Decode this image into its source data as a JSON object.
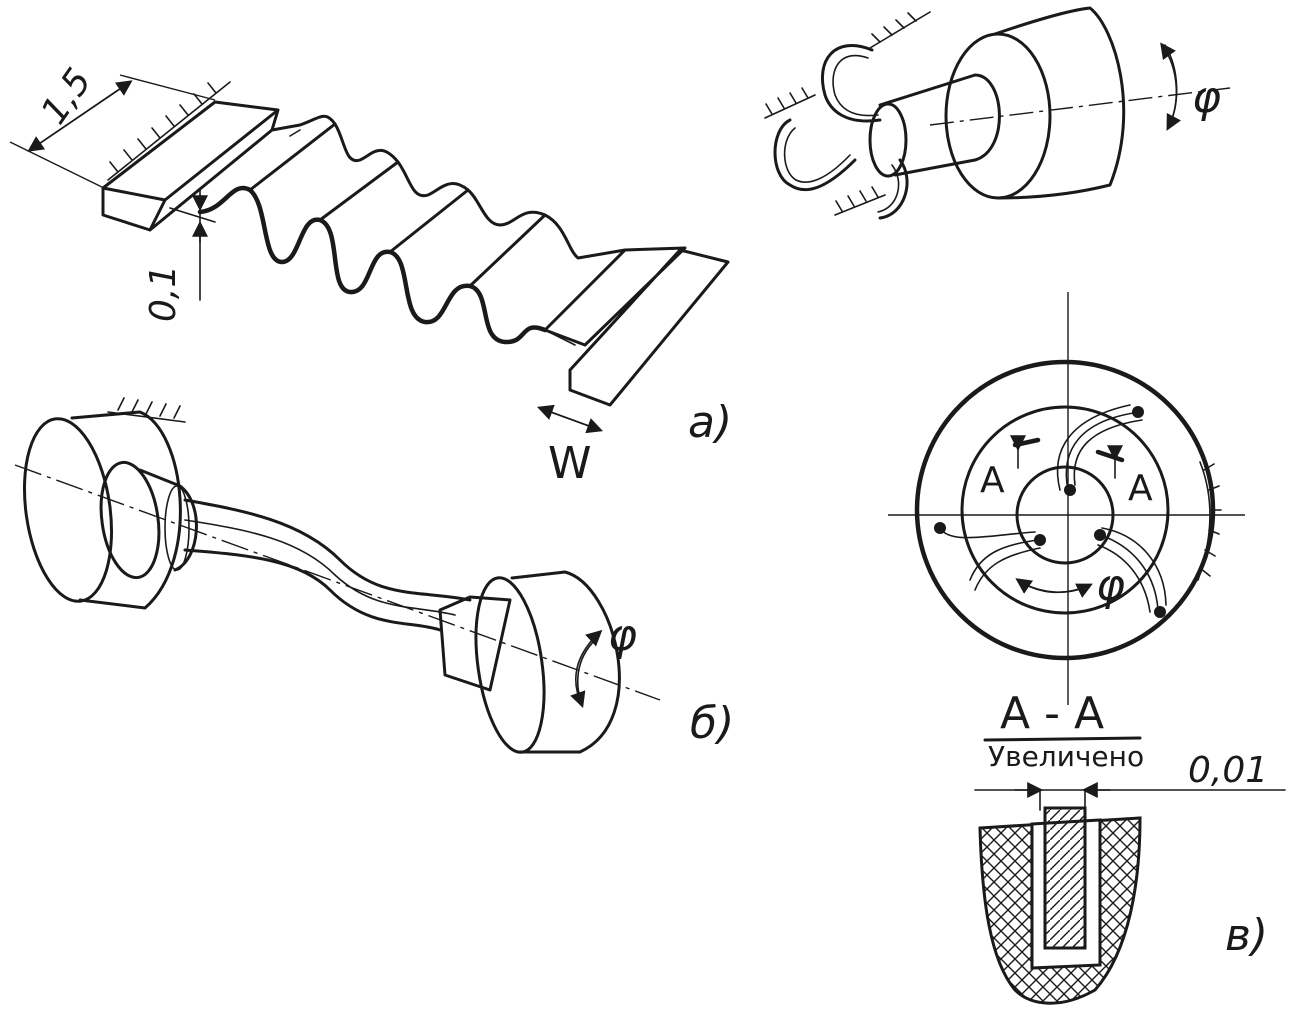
{
  "labels": {
    "dim_length": "1,5",
    "dim_thickness": "0,1",
    "width_symbol": "W",
    "fig_a": "а)",
    "fig_b": "б)",
    "fig_v": "в)",
    "phi": "φ",
    "section_mark": "A",
    "section_title": "A - A",
    "section_note": "Увеличено",
    "gap_dim": "0,01"
  },
  "colors": {
    "ink": "#1a1a1a",
    "paper": "#ffffff",
    "accent_green": "#2e8b3a"
  }
}
